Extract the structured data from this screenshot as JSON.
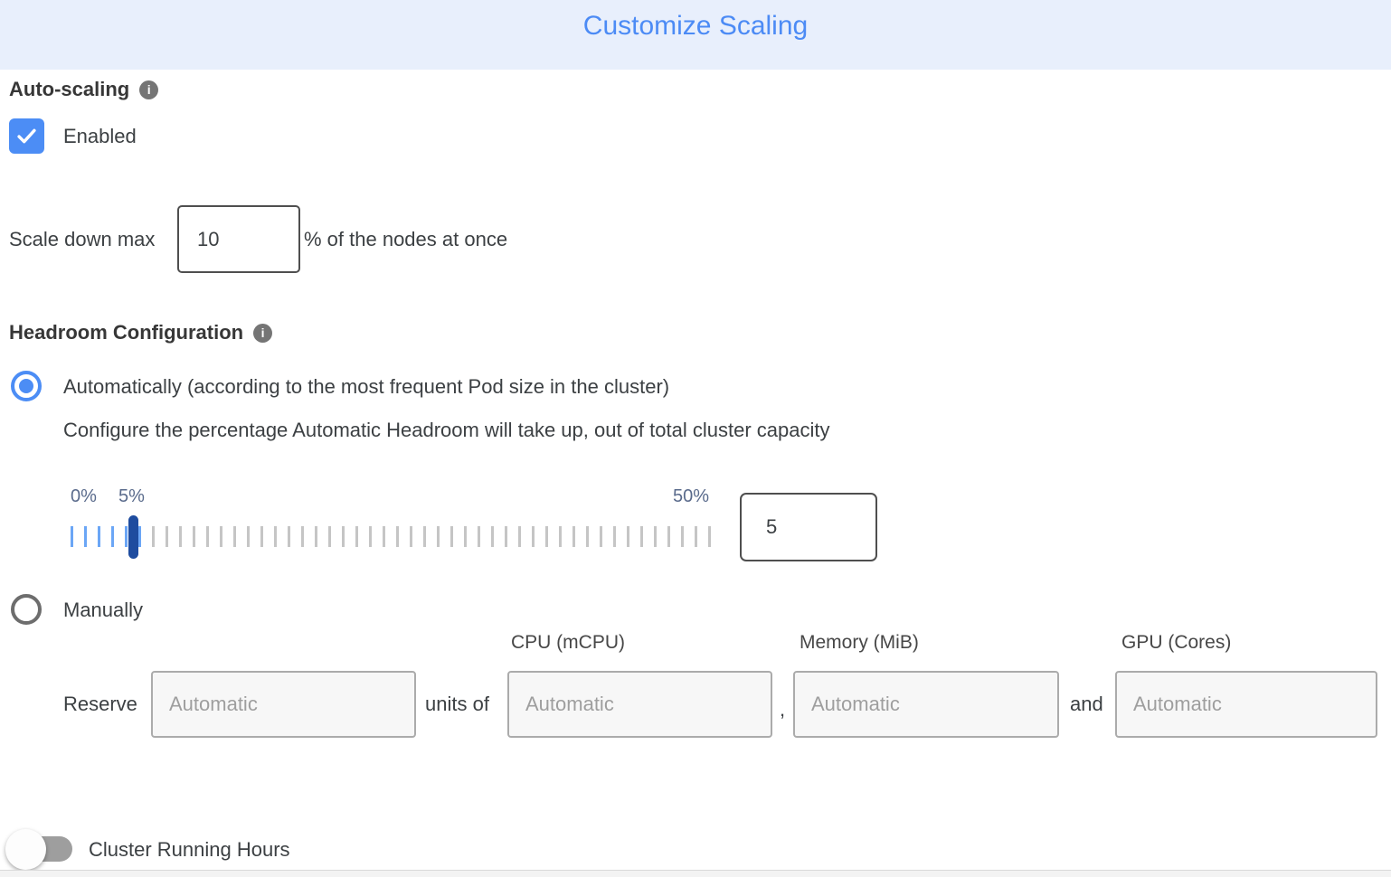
{
  "header": {
    "title": "Customize Scaling"
  },
  "icons": {
    "info": "i"
  },
  "auto_scaling": {
    "section_label": "Auto-scaling",
    "enabled_label": "Enabled",
    "checkbox_checked": true,
    "scale_down": {
      "label": "Scale down max",
      "value": "10",
      "suffix": "% of the nodes at once"
    }
  },
  "headroom": {
    "section_label": "Headroom Configuration",
    "automatic": {
      "label": "Automatically (according to the most frequent Pod size in the cluster)",
      "selected": true,
      "description": "Configure the percentage Automatic Headroom will take up, out of total cluster capacity"
    },
    "slider": {
      "min_label": "0%",
      "current_label": "5%",
      "max_label": "50%",
      "value": "5",
      "tick_count": 48,
      "filled_ticks": 6
    },
    "manual": {
      "label": "Manually",
      "selected": false,
      "columns": [
        "CPU (mCPU)",
        "Memory (MiB)",
        "GPU (Cores)"
      ],
      "reserve_label": "Reserve",
      "units_label": "units of",
      "separator_comma": ",",
      "separator_and": "and",
      "placeholder": "Automatic"
    }
  },
  "cluster_running_hours": {
    "label": "Cluster Running Hours",
    "enabled": false
  },
  "colors": {
    "header_bg": "#E8EFFC",
    "title_blue": "#4C8BF5",
    "accent_blue": "#4C8DF5",
    "slider_handle": "#1E4C9F",
    "slider_tick_filled": "#6BA6F6",
    "slider_tick_empty": "#C5C5C5",
    "slider_label": "#5A6B8C",
    "info_icon_gray": "#757575",
    "toggle_track_gray": "#9E9E9E"
  }
}
